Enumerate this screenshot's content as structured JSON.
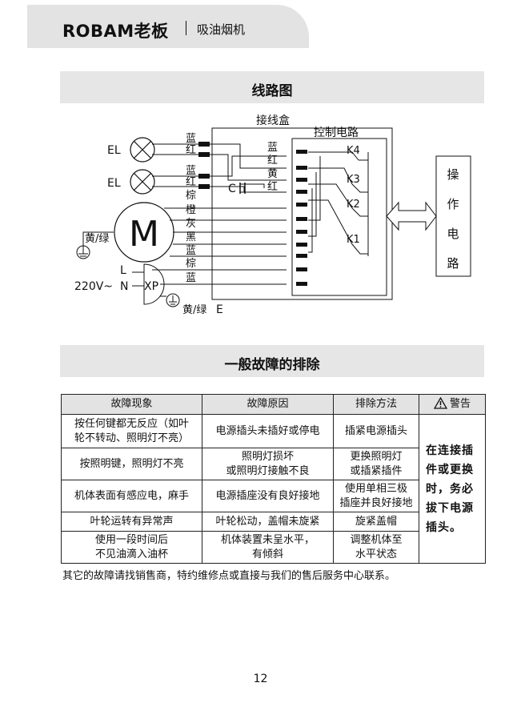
{
  "header": {
    "brand": "ROBAM老板",
    "product": "吸油烟机"
  },
  "wiring": {
    "title": "线路图",
    "junction_box": "接线盒",
    "control_circuit": "控制电路",
    "operation_circuit": "操作电路",
    "lamp_label": "EL",
    "motor_label": "M",
    "capacitor_label": "C",
    "plug_label": "XP",
    "live_label": "L",
    "neutral_label": "N",
    "voltage_label": "220V~",
    "earth_label": "E",
    "ground_wire": "黄/绿",
    "relays": [
      "K4",
      "K3",
      "K2",
      "K1"
    ],
    "lamp1_wires": [
      "蓝",
      "红"
    ],
    "lamp2_wires": [
      "蓝",
      "红"
    ],
    "motor_wires": [
      "棕",
      "橙",
      "灰",
      "黑",
      "蓝"
    ],
    "power_wires": [
      "棕",
      "蓝"
    ],
    "box_inner_wires": [
      "蓝",
      "红",
      "黄",
      "红"
    ]
  },
  "troubleshooting": {
    "title": "一般故障的排除",
    "headers": {
      "symptom": "故障现象",
      "cause": "故障原因",
      "remedy": "排除方法",
      "warning": "警告"
    },
    "rows": [
      {
        "symptom": [
          "按任何键都无反应（如叶",
          "轮不转动、照明灯不亮）"
        ],
        "cause": [
          "电源插头未插好或停电"
        ],
        "remedy": [
          "插紧电源插头"
        ]
      },
      {
        "symptom": [
          "按照明键，照明灯不亮"
        ],
        "cause": [
          "照明灯损坏",
          "或照明灯接触不良"
        ],
        "remedy": [
          "更换照明灯",
          "或插紧插件"
        ]
      },
      {
        "symptom": [
          "机体表面有感应电，麻手"
        ],
        "cause": [
          "电源插座没有良好接地"
        ],
        "remedy": [
          "使用单相三极",
          "插座并良好接地"
        ]
      },
      {
        "symptom": [
          "叶轮运转有异常声"
        ],
        "cause": [
          "叶轮松动，盖帽未旋紧"
        ],
        "remedy": [
          "旋紧盖帽"
        ]
      },
      {
        "symptom": [
          "使用一段时间后",
          "不见油滴入油杯"
        ],
        "cause": [
          "机体装置未呈水平，",
          "有倾斜"
        ],
        "remedy": [
          "调整机体至",
          "水平状态"
        ]
      }
    ],
    "warning_text": [
      "在连接插",
      "件或更换",
      "时，务必",
      "拔下电源",
      "插头。"
    ],
    "note": "其它的故障请找销售商，特约维修点或直接与我们的售后服务中心联系。"
  },
  "page_number": "12"
}
